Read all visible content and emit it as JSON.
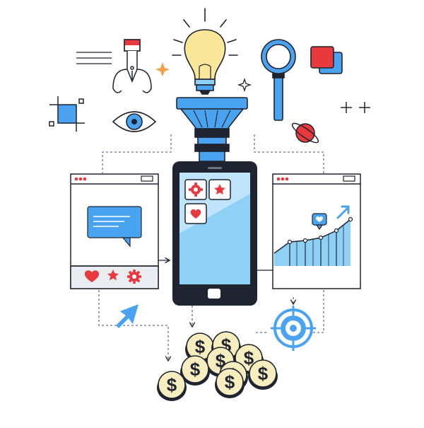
{
  "illustration": {
    "subject": "app-marketing-funnel",
    "palette": {
      "outline": "#1f2430",
      "blue": "#4aa3f0",
      "light_blue": "#8fd0f6",
      "screen_blue": "#bfe4fb",
      "red": "#e8393f",
      "coin": "#f7edbe",
      "bulb": "#fbe79a",
      "white": "#ffffff",
      "gray": "#e9edf1"
    },
    "elements": {
      "lightbulb": "lightbulb-icon",
      "pen_nib": "pen-nib-icon",
      "magnifier": "magnifier-icon",
      "eye": "eye-icon",
      "crop": "crop-icon",
      "layers": "layers-icon",
      "funnel": "funnel-icon",
      "phone": "smartphone",
      "left_window": "chat-window",
      "right_window": "growth-chart-window",
      "cursor": "cursor-arrow-icon",
      "target": "target-icon",
      "coins": "dollar-coins",
      "planet": "planet-icon",
      "sparkles": "sparkle-icon"
    },
    "coin_symbol": "$",
    "coin_count": 9,
    "left_window_reactions": [
      "heart-icon",
      "star-icon",
      "gear-icon"
    ],
    "phone_apps": [
      "gear-icon",
      "star-icon",
      "heart-icon"
    ],
    "chart_trend": "up"
  }
}
